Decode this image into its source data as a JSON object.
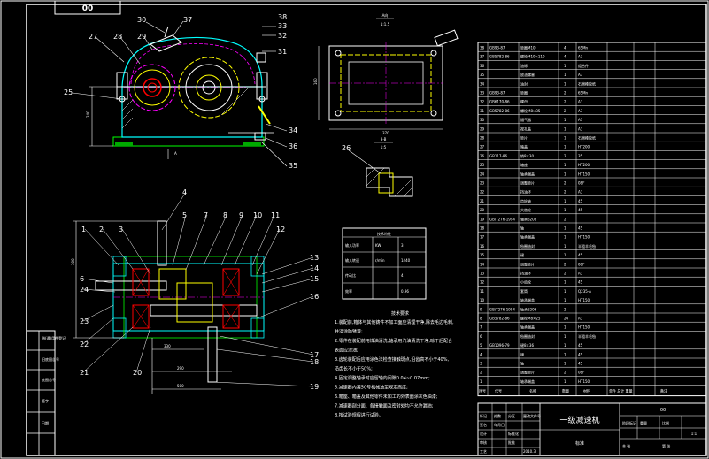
{
  "drawing": {
    "code": "00",
    "title": "一级减速机",
    "top_right_code": "00",
    "scale": "1:1",
    "company": "标准"
  },
  "views": {
    "a_title": "A向",
    "a_scale": "1:1.5",
    "b_title": "B-B",
    "b_scale": "1:5",
    "detail_label": "26",
    "dim_top_width": "370",
    "dim_top_height": "160",
    "dim_front_height": "240",
    "dim_plan_height": "300",
    "dim_plan_width1": "330",
    "dim_plan_width2": "290",
    "dim_plan_bottom": "500"
  },
  "balloons_front": [
    "27",
    "28",
    "29",
    "30",
    "37",
    "38",
    "33",
    "32",
    "31",
    "25",
    "34",
    "36",
    "35"
  ],
  "balloons_plan": [
    "1",
    "2",
    "3",
    "4",
    "5",
    "7",
    "8",
    "9",
    "10",
    "11",
    "12",
    "13",
    "14",
    "15",
    "16",
    "17",
    "18",
    "19",
    "20",
    "21",
    "22",
    "23",
    "24",
    "6"
  ],
  "tech_table": {
    "title": "技术特性",
    "rows": [
      [
        "输入功率",
        "KW",
        "3"
      ],
      [
        "输入转速",
        "r/min",
        "1440"
      ],
      [
        "传动比",
        "",
        "4"
      ],
      [
        "效率",
        "",
        "0.96"
      ]
    ]
  },
  "tech_notes": {
    "title": "技术要求",
    "lines": [
      "1.装配前,箱体与其他铸件不加工面应清理干净,除去毛边毛刺,",
      "  并浸涂防锈漆;",
      "2.零件在装配前用煤油清洗,轴承用汽油清洗干净,晾干后配合",
      "  表面应涂油;",
      "3.齿轮装配后应用涂色法检查接触斑点,沿齿高不小于40%,",
      "  沿齿长不小于50%;",
      "4.固定调整轴承时应留轴向间隙0.04~0.07mm;",
      "5.减速器内装50号机械油至规定高度;",
      "6.箱座、箱盖及其他零件未加工的外表面涂灰色油漆;",
      "7.减速器剖分面、各接触面及密封处均不允许漏油;",
      "8.按试验规程进行试验。"
    ]
  },
  "left_strip": [
    "借(通)用件登记",
    "旧底图总号",
    "底图总号",
    "签字",
    "日期"
  ],
  "parts_header": [
    "序号",
    "代号",
    "名称",
    "数量",
    "材料",
    "单件 总计 重量",
    "备注"
  ],
  "parts_rows": [
    [
      "38",
      "GB93-87",
      "垫圈M10",
      "4",
      "65Mn",
      ""
    ],
    [
      "37",
      "GB5782-86",
      "螺栓M10×110",
      "4",
      "A3",
      ""
    ],
    [
      "36",
      "",
      "油标",
      "1",
      "组合件",
      "",
      ""
    ],
    [
      "35",
      "",
      "放油螺塞",
      "1",
      "A3",
      ""
    ],
    [
      "34",
      "",
      "油封",
      "1",
      "石棉橡胶纸",
      ""
    ],
    [
      "33",
      "GB93-87",
      "垫圈",
      "2",
      "65Mn",
      ""
    ],
    [
      "32",
      "GB6170-86",
      "螺母",
      "2",
      "A3",
      ""
    ],
    [
      "31",
      "GB5782-86",
      "螺栓M8×35",
      "2",
      "A3",
      ""
    ],
    [
      "30",
      "",
      "通气器",
      "1",
      "A3",
      ""
    ],
    [
      "29",
      "",
      "视孔盖",
      "1",
      "A3",
      ""
    ],
    [
      "28",
      "",
      "垫片",
      "1",
      "石棉橡胶纸",
      ""
    ],
    [
      "27",
      "",
      "箱盖",
      "1",
      "HT200",
      ""
    ],
    [
      "26",
      "GB117-86",
      "销8×30",
      "2",
      "35",
      ""
    ],
    [
      "25",
      "",
      "箱座",
      "1",
      "HT200",
      ""
    ],
    [
      "24",
      "",
      "轴承端盖",
      "1",
      "HT150",
      ""
    ],
    [
      "23",
      "",
      "调整垫片",
      "2",
      "08F",
      ""
    ],
    [
      "22",
      "",
      "挡油环",
      "2",
      "A3",
      ""
    ],
    [
      "21",
      "",
      "齿轮轴",
      "1",
      "45",
      ""
    ],
    [
      "20",
      "",
      "大齿轮",
      "1",
      "45",
      ""
    ],
    [
      "19",
      "GB/T276-1994",
      "轴承6208",
      "2",
      "",
      ""
    ],
    [
      "18",
      "",
      "轴",
      "1",
      "45",
      ""
    ],
    [
      "17",
      "",
      "轴承端盖",
      "1",
      "HT150",
      ""
    ],
    [
      "16",
      "",
      "毡圈油封",
      "1",
      "半粗羊毛毡",
      ""
    ],
    [
      "15",
      "",
      "键",
      "1",
      "45",
      ""
    ],
    [
      "14",
      "",
      "调整垫片",
      "2",
      "08F",
      ""
    ],
    [
      "13",
      "",
      "挡油环",
      "2",
      "A3",
      ""
    ],
    [
      "12",
      "",
      "小齿轮",
      "1",
      "45",
      ""
    ],
    [
      "11",
      "",
      "套筒",
      "1",
      "Q235-A",
      ""
    ],
    [
      "10",
      "",
      "轴承端盖",
      "1",
      "HT150",
      ""
    ],
    [
      "9",
      "GB/T276-1994",
      "轴承6206",
      "2",
      "",
      ""
    ],
    [
      "8",
      "GB5782-86",
      "螺栓M8×25",
      "24",
      "A3",
      ""
    ],
    [
      "7",
      "",
      "轴承端盖",
      "1",
      "HT150",
      ""
    ],
    [
      "6",
      "",
      "毡圈油封",
      "1",
      "半粗羊毛毡",
      ""
    ],
    [
      "5",
      "GB1096-79",
      "键8×36",
      "1",
      "45",
      ""
    ],
    [
      "4",
      "",
      "键",
      "1",
      "45",
      ""
    ],
    [
      "3",
      "",
      "轴",
      "1",
      "45",
      ""
    ],
    [
      "2",
      "",
      "调整垫片",
      "2",
      "08F",
      ""
    ],
    [
      "1",
      "",
      "轴承端盖",
      "1",
      "HT150",
      ""
    ]
  ],
  "title_block": {
    "labels": [
      "标记",
      "处数",
      "分区",
      "更改文件号",
      "签名",
      "年月日",
      "设计",
      "审核",
      "工艺",
      "批准",
      "标准化"
    ],
    "right_labels": [
      "阶段标记",
      "重量",
      "比例",
      "共 张",
      "第 张"
    ],
    "date": "2010.3"
  }
}
